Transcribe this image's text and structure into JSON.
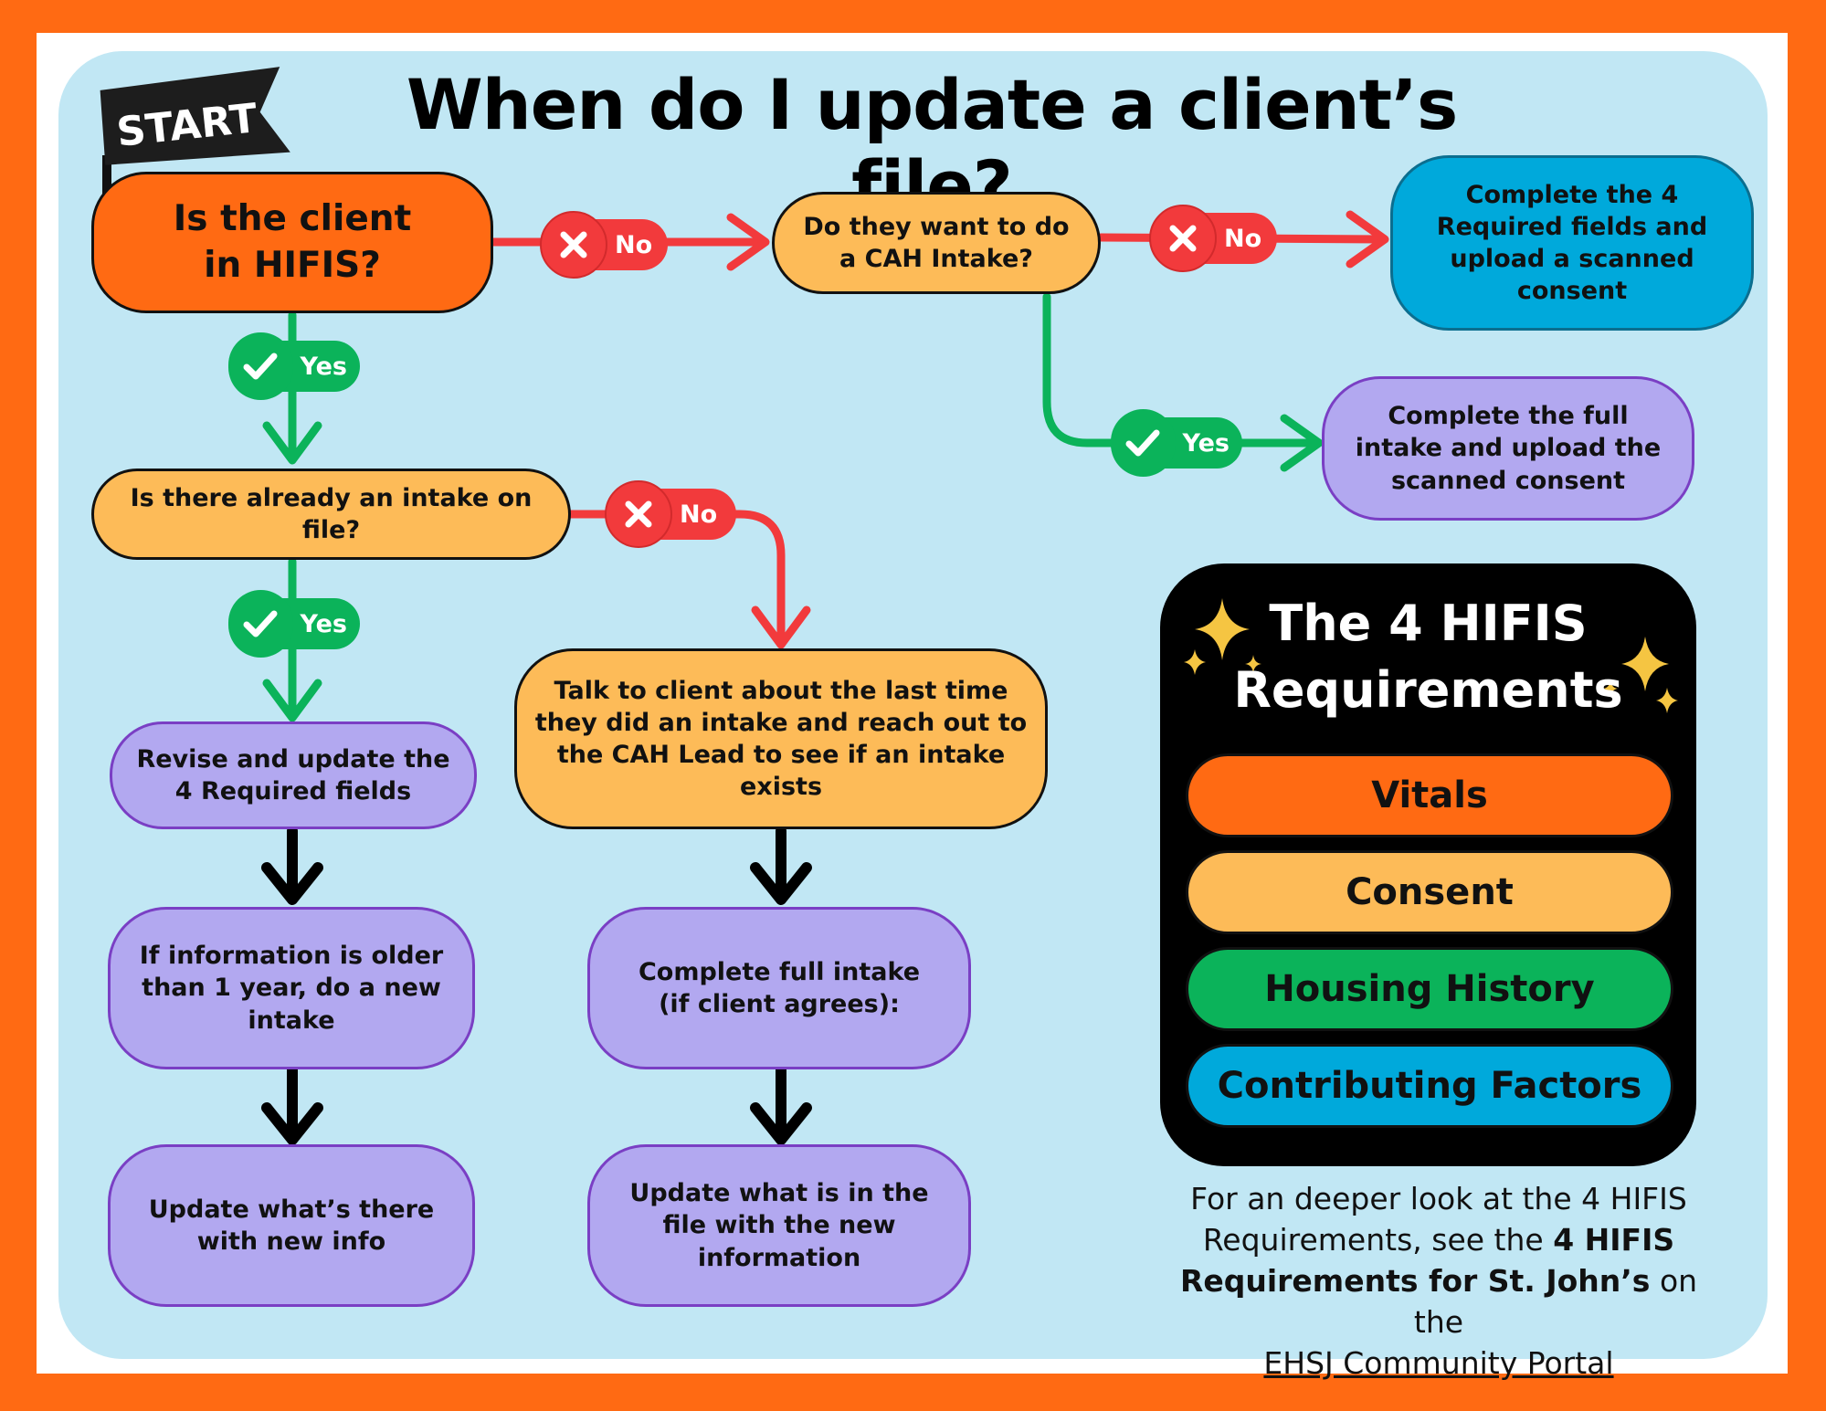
{
  "title": "When do I update a client’s file?",
  "start_label": "START",
  "nodes": {
    "in_hifis": "Is the client in HIFIS?",
    "cah_intake": "Do they want to do a CAH Intake?",
    "complete_required": "Complete the 4 Required fields and upload a scanned consent",
    "complete_full_intake": "Complete the full intake and upload the scanned consent",
    "intake_on_file": "Is there already an intake on file?",
    "talk_to_client": "Talk to client about the last time they did an intake and reach out to the CAH Lead to see if an intake exists",
    "revise_update": "Revise and update the 4 Required fields",
    "older_than_year": "If information is older than 1 year, do a new intake",
    "update_whats_there": "Update what’s there with new info",
    "complete_full_if_agrees": "Complete full intake (if client agrees):",
    "update_file_new_info": "Update what is in the file with the new information"
  },
  "badges": {
    "no": "No",
    "yes": "Yes"
  },
  "requirements": {
    "title_line1": "The 4 HIFIS",
    "title_line2": "Requirements",
    "items": [
      "Vitals",
      "Consent",
      "Housing History",
      "Contributing Factors"
    ],
    "colors": [
      "#ff6a13",
      "#fdbb58",
      "#0bb35a",
      "#00a9db"
    ]
  },
  "footnote": {
    "part1": "For an deeper look at the 4 HIFIS Requirements, see the ",
    "bold": "4 HIFIS Requirements for St. John’s",
    "part2": " on the ",
    "link": "EHSJ Community Portal"
  },
  "colors": {
    "background": "#ff6a13",
    "panel": "#c1e7f4",
    "no_arrow": "#f23a3c",
    "yes_arrow": "#0bb35a",
    "flow_arrow": "#000000"
  }
}
